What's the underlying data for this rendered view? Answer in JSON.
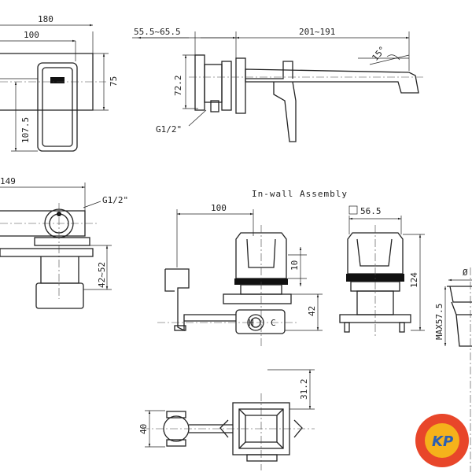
{
  "side_view": {
    "dims": [
      "180",
      "100",
      "75",
      "107.5"
    ]
  },
  "spout_view": {
    "dims": [
      "55.5~65.5",
      "201~191",
      "15°",
      "72.2"
    ],
    "thread": "G1/2\""
  },
  "top_view": {
    "dims": [
      "149",
      "42~52"
    ],
    "thread": "G1/2\""
  },
  "assembly": {
    "title": "In-wall Assembly",
    "dims": [
      "100",
      "10",
      "42"
    ],
    "marks": [
      "H",
      "C"
    ]
  },
  "valve_view": {
    "dims": [
      "56.5",
      "124"
    ]
  },
  "bottom_view": {
    "dims": [
      "40",
      "31.2"
    ]
  },
  "waste_view": {
    "dims": [
      "MAX57.5",
      "Ø"
    ]
  },
  "logo": {
    "text": "KP",
    "colors": {
      "ring": "#e8462a",
      "center": "#f5b21b",
      "letters": "#2a5fb3"
    }
  }
}
